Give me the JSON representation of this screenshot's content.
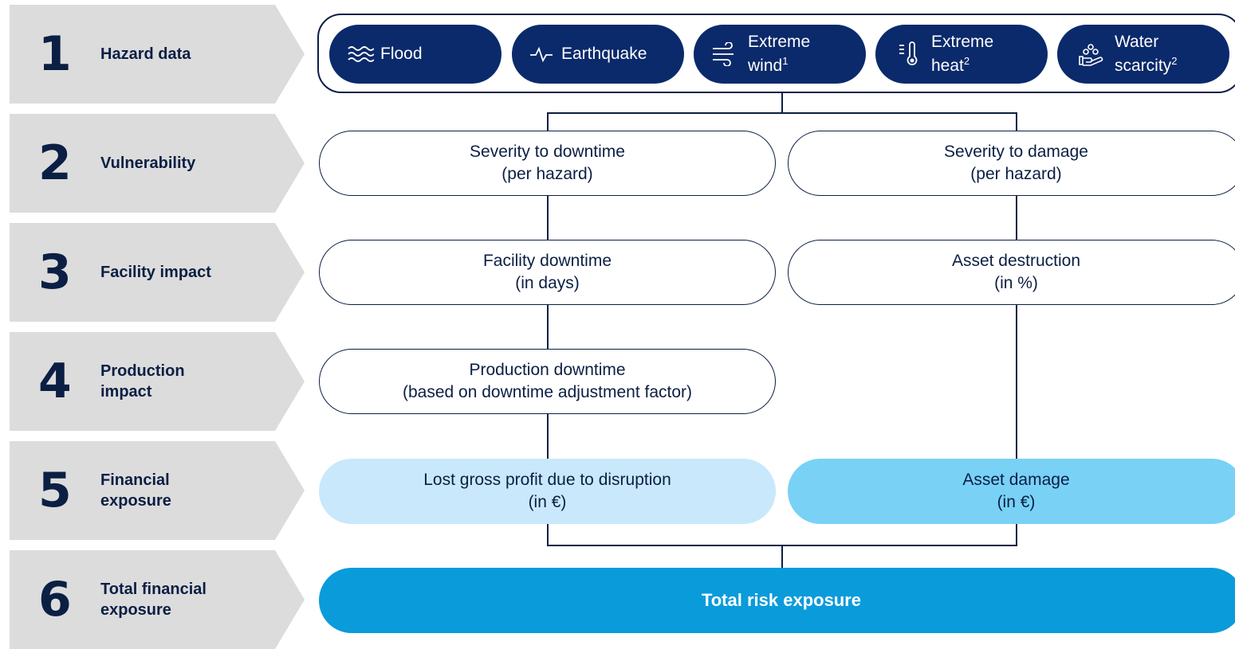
{
  "steps": [
    {
      "number": "1",
      "label": "Hazard data"
    },
    {
      "number": "2",
      "label": "Vulnerability"
    },
    {
      "number": "3",
      "label": "Facility impact"
    },
    {
      "number": "4",
      "label": "Production impact"
    },
    {
      "number": "5",
      "label": "Financial exposure"
    },
    {
      "number": "6",
      "label": "Total financial exposure"
    }
  ],
  "hazards": [
    {
      "label": "Flood",
      "icon": "waves-icon"
    },
    {
      "label": "Earthquake",
      "icon": "seismic-wave-icon"
    },
    {
      "label_line1": "Extreme",
      "label_line2": "wind",
      "sup": "1",
      "icon": "wind-icon"
    },
    {
      "label_line1": "Extreme",
      "label_line2": "heat",
      "sup": "2",
      "icon": "thermometer-icon"
    },
    {
      "label_line1": "Water",
      "label_line2": "scarcity",
      "sup": "2",
      "icon": "hand-water-drops-icon"
    }
  ],
  "vulnerability": {
    "left": {
      "line1": "Severity to downtime",
      "line2": "(per hazard)"
    },
    "right": {
      "line1": "Severity to damage",
      "line2": "(per hazard)"
    }
  },
  "facility_impact": {
    "left": {
      "line1": "Facility downtime",
      "line2": "(in days)"
    },
    "right": {
      "line1": "Asset destruction",
      "line2": "(in %)"
    }
  },
  "production_impact": {
    "left": {
      "line1": "Production downtime",
      "line2": "(based on downtime adjustment factor)"
    }
  },
  "financial_exposure": {
    "left": {
      "line1": "Lost gross profit due to disruption",
      "line2": "(in €)"
    },
    "right": {
      "line1": "Asset damage",
      "line2": "(in €)"
    }
  },
  "total": {
    "label": "Total risk exposure"
  },
  "colors": {
    "navy": "#0b1f44",
    "pill": "#0b2a6b",
    "chevron": "#dcdcdc",
    "light_blue": "#c9e8fb",
    "mid_blue": "#79d1f6",
    "total_blue": "#0a9bdb"
  }
}
